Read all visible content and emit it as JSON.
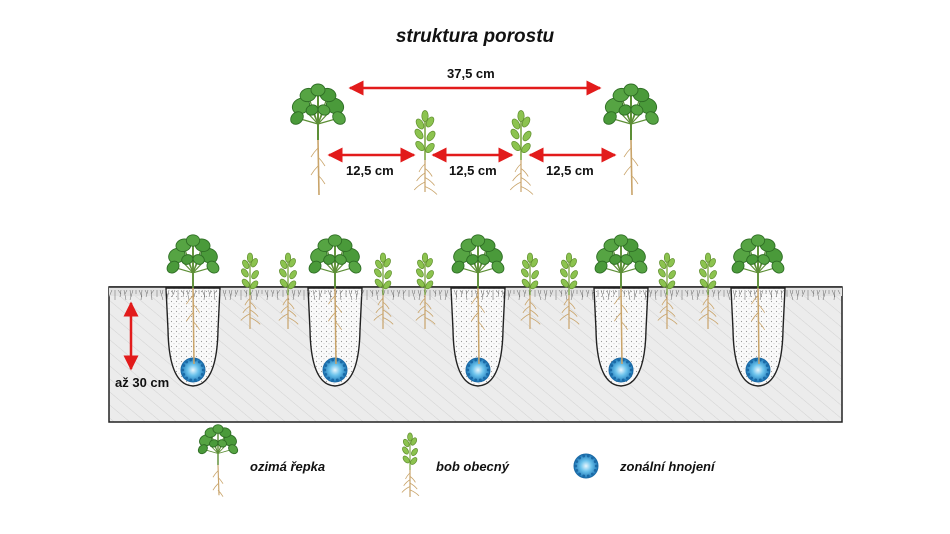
{
  "title": "struktura porostu",
  "spacing": {
    "wide": "37,5 cm",
    "narrow_1": "12,5 cm",
    "narrow_2": "12,5 cm",
    "narrow_3": "12,5 cm"
  },
  "depth_label": "až 30 cm",
  "legend": {
    "rapeseed": "ozimá řepka",
    "bean": "bob obecný",
    "fertilizer": "zonální hnojení"
  },
  "colors": {
    "arrow": "#e21b1b",
    "leaf": "#4a9a3a",
    "leaf_dark": "#2f6e25",
    "bean_leaf": "#8cc34f",
    "fertilizer": "#3aa7d8",
    "soil": "#ededed"
  }
}
